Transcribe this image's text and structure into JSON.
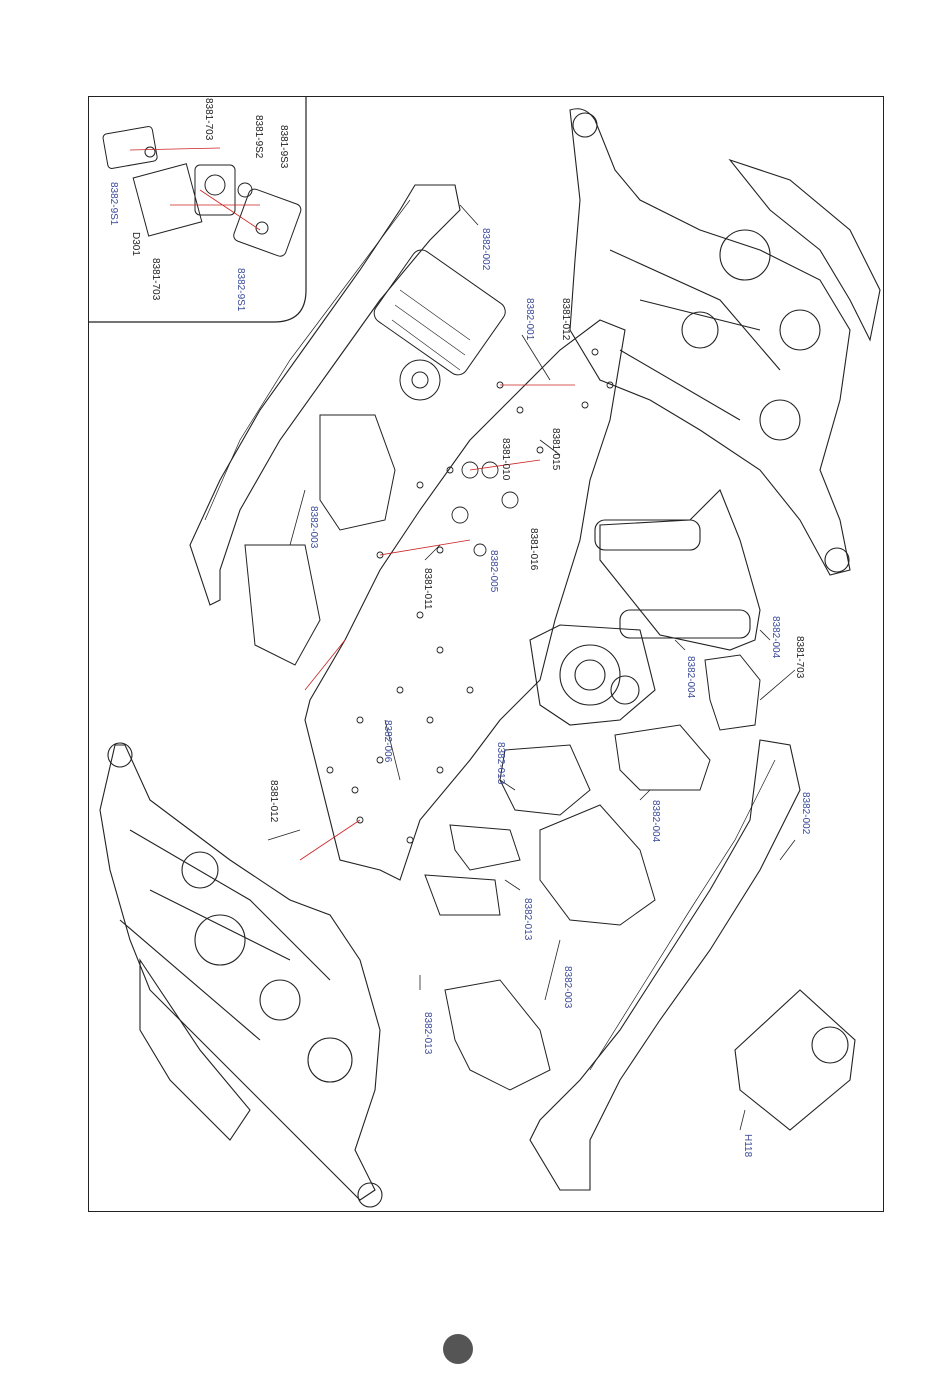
{
  "labels": {
    "inset": [
      "8381-703",
      "8381-9S2",
      "8381-9S3",
      "8382-9S1",
      "D301",
      "8381-703",
      "8382-9S1"
    ],
    "main": {
      "l_8382_002_top": "8382-002",
      "l_8382_001": "8382-001",
      "l_8381_012_top": "8381-012",
      "l_8381_015": "8381-015",
      "l_8381_010": "8381-010",
      "l_8382_003_left": "8382-003",
      "l_8381_011": "8381-011",
      "l_8382_005": "8382-005",
      "l_8381_016": "8381-016",
      "l_8382_006": "8382-006",
      "l_8381_012_bottom": "8381-012",
      "l_8382_004_a": "8382-004",
      "l_8381_703": "8381-703",
      "l_8382_004_b": "8382-004",
      "l_8382_013_a": "8382-013",
      "l_8382_004_c": "8382-004",
      "l_8382_002_bottom": "8382-002",
      "l_8382_013_b": "8382-013",
      "l_8382_003_bottom": "8382-003",
      "l_8382_013_c": "8382-013",
      "l_h118": "H118"
    }
  },
  "colors": {
    "callout": "#3a4a9a",
    "line": "#222222",
    "accent": "#cc2222",
    "dot": "#555555"
  }
}
